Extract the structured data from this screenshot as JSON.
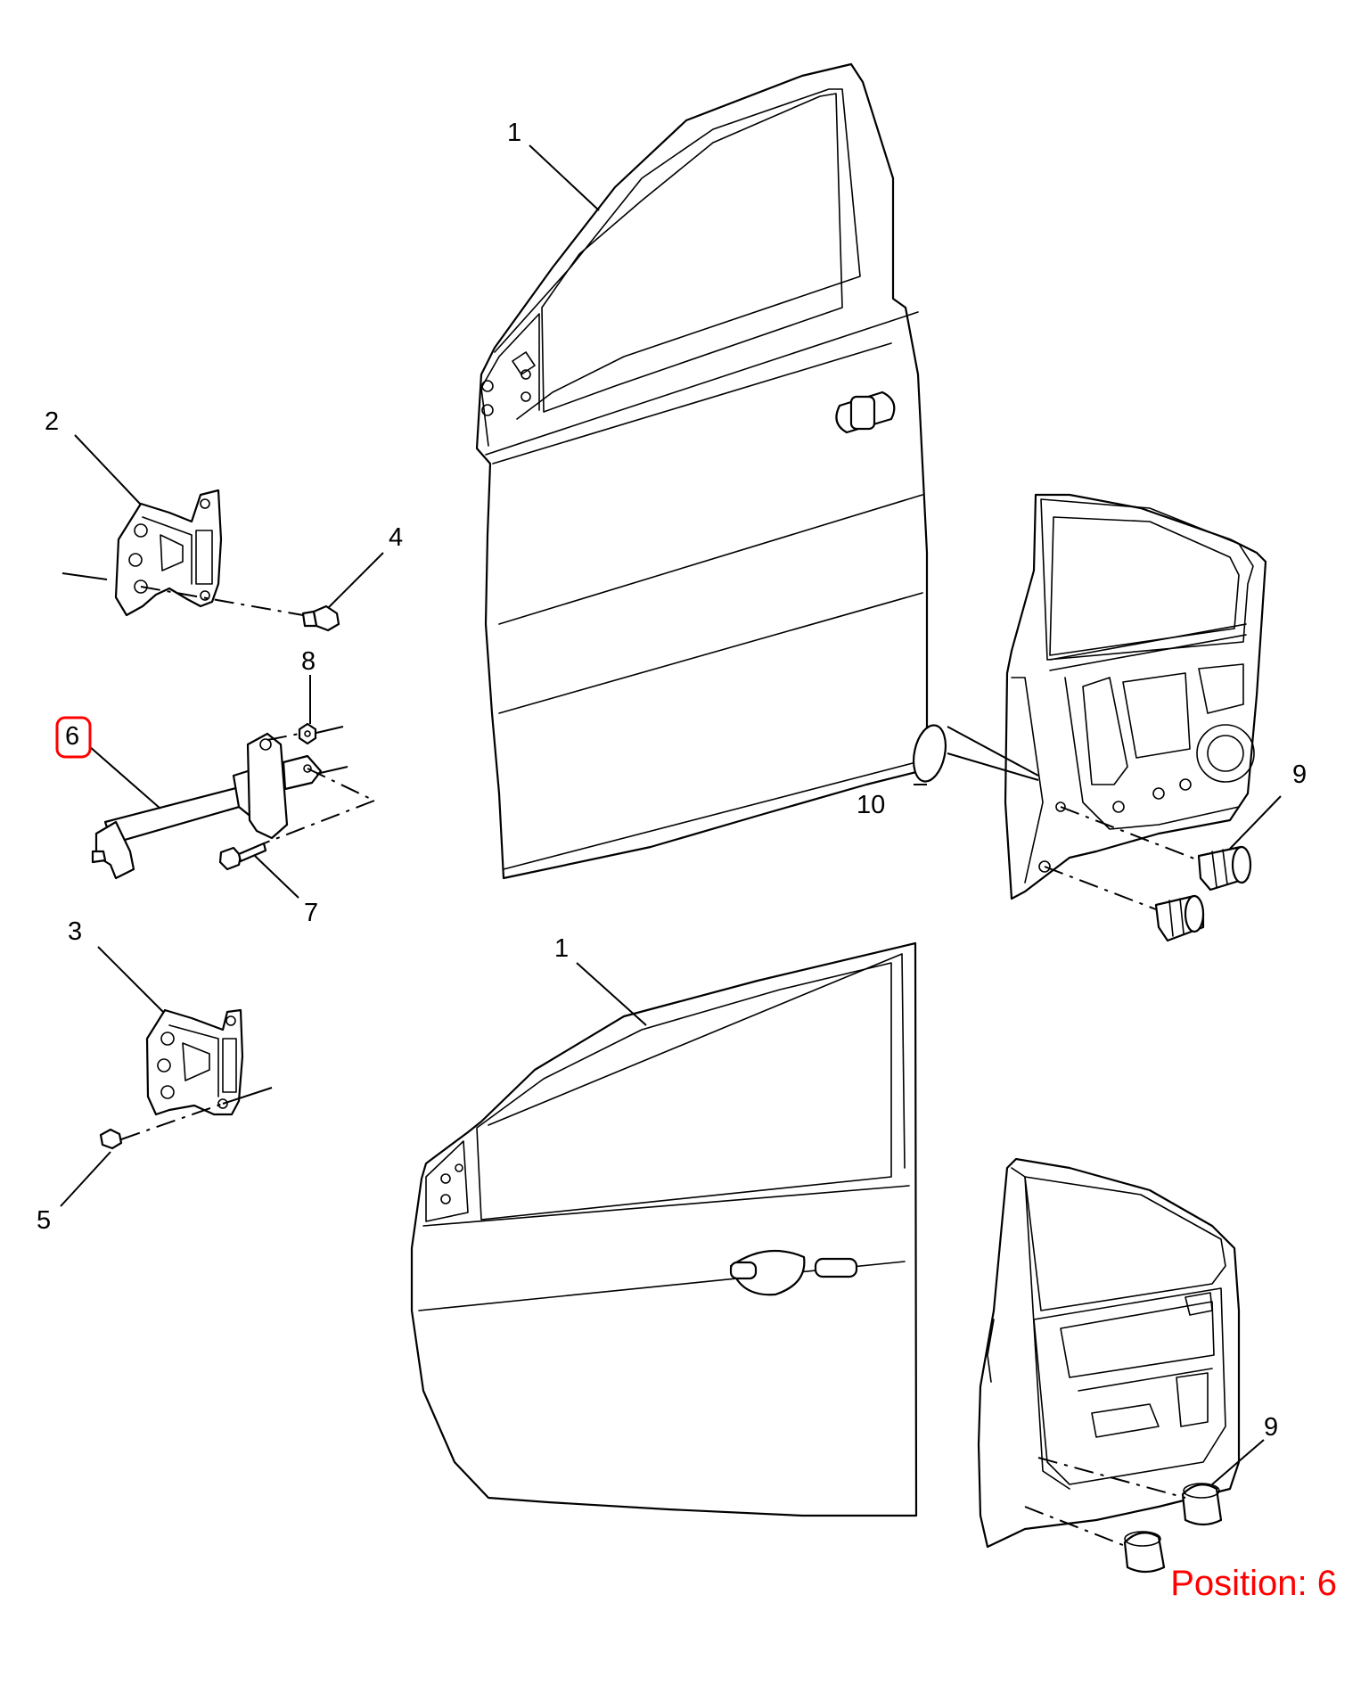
{
  "colors": {
    "line": "#000000",
    "highlight": "#ff0000",
    "background": "#ffffff"
  },
  "callouts": {
    "door_top": "1",
    "door_bottom": "1",
    "hinge_upper": "2",
    "hinge_lower": "3",
    "bolt_upper": "4",
    "bolt_lower": "5",
    "door_check": "6",
    "check_bolt": "7",
    "check_nut": "8",
    "bumper_top": "9",
    "bumper_bottom": "9",
    "plug": "10"
  },
  "selected_callout": "6",
  "position_label": "Position: 6"
}
